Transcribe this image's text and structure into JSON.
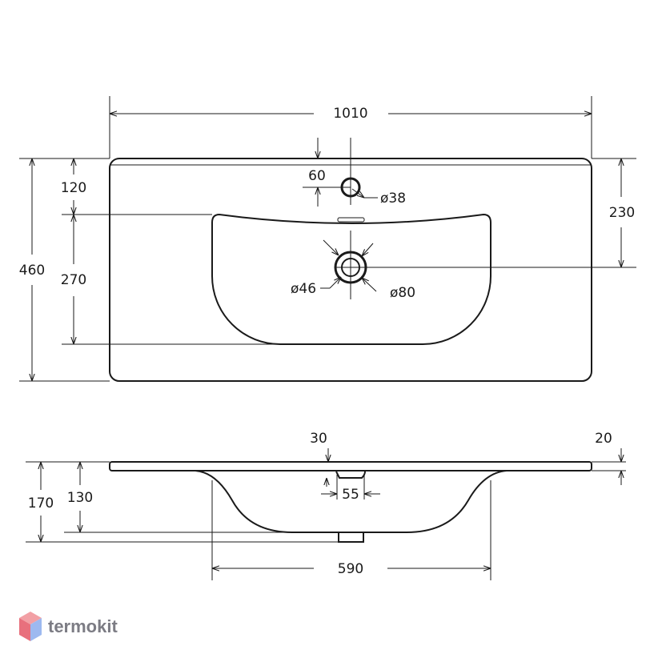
{
  "dimensions": {
    "width_total": "1010",
    "depth_total": "460",
    "tap_offset": "60",
    "top_to_bowl": "120",
    "bowl_depth": "270",
    "tap_to_drain": "230",
    "tap_hole": "ø38",
    "drain_inner": "ø46",
    "drain_outer": "ø80",
    "drain_offset": "30",
    "slab_thickness": "20",
    "height_total": "170",
    "bowl_height": "130",
    "overflow_width": "55",
    "bowl_width": "590"
  },
  "brand": {
    "name": "termokit",
    "colors": {
      "top": "#f2a0a5",
      "left": "#e8707d",
      "right": "#9db9f0",
      "bottom": "#6f8fd9"
    }
  }
}
